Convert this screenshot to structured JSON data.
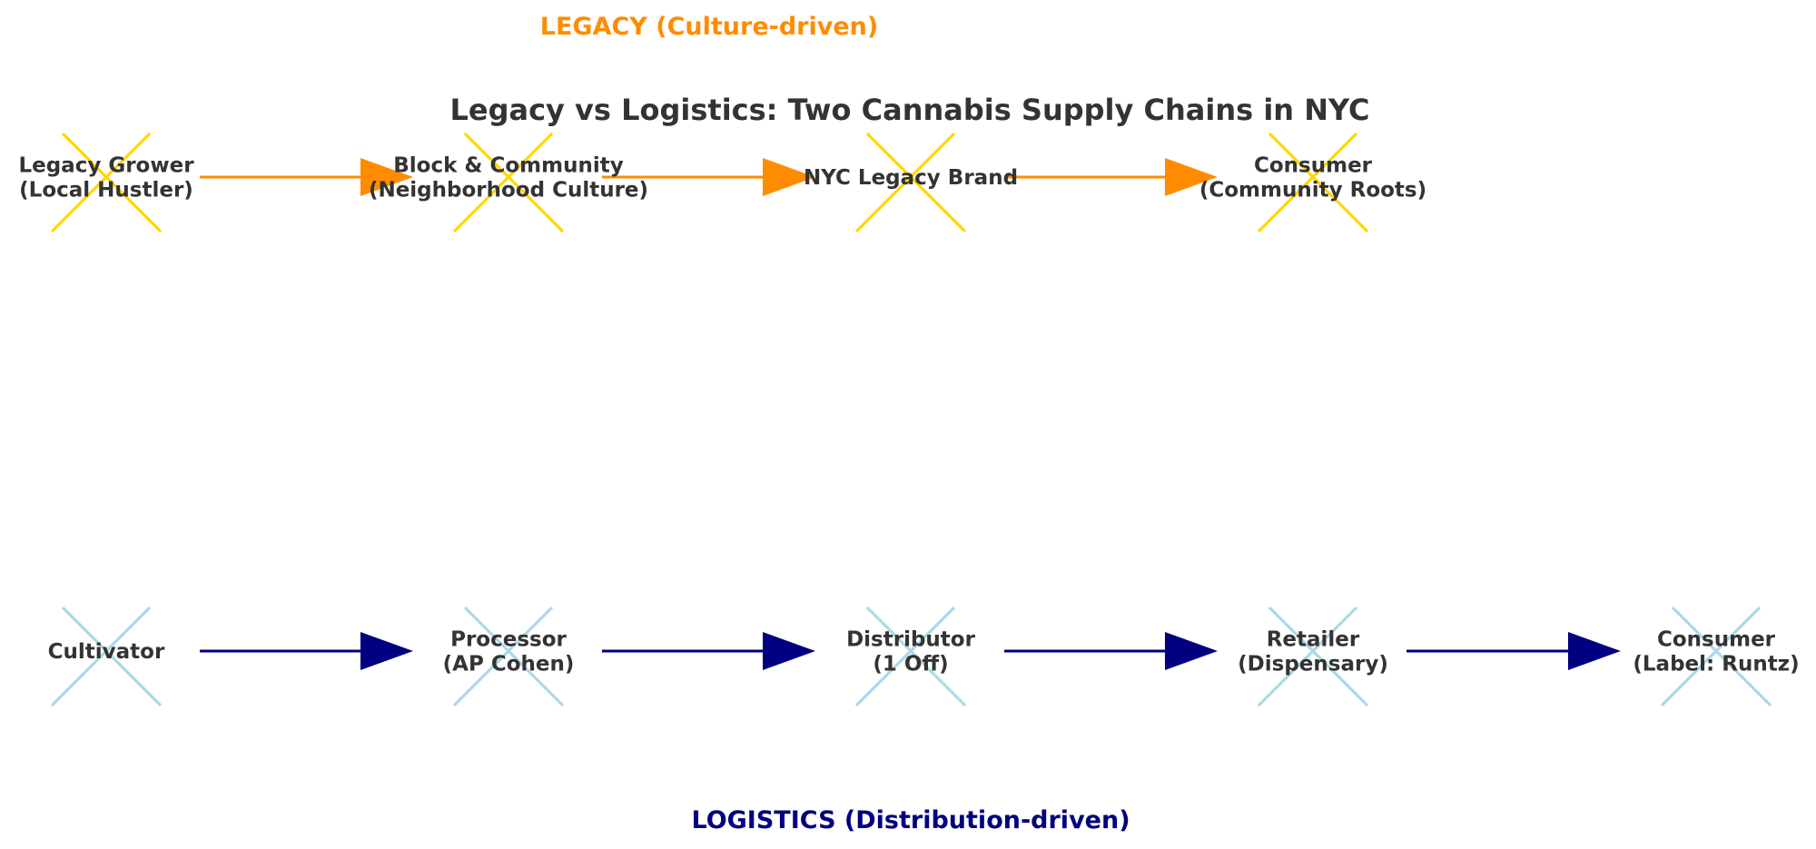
{
  "title": "Legacy vs Logistics: Two Cannabis Supply Chains in NYC",
  "colors": {
    "title": "#333333",
    "node_text": "#333333",
    "legacy_accent": "#ff8c00",
    "legacy_marker": "#ffd700",
    "logistics_accent": "#000080",
    "logistics_marker": "#add8e6"
  },
  "chains": [
    {
      "id": "legacy",
      "label": "LEGACY (Culture-driven)",
      "label_position": "top",
      "nodes": [
        {
          "lines": [
            "Legacy Grower",
            "(Local Hustler)"
          ]
        },
        {
          "lines": [
            "Block & Community",
            "(Neighborhood Culture)"
          ]
        },
        {
          "lines": [
            "NYC Legacy Brand"
          ]
        },
        {
          "lines": [
            "Consumer",
            "(Community Roots)"
          ]
        }
      ],
      "edges": [
        [
          0,
          1
        ],
        [
          1,
          2
        ],
        [
          2,
          3
        ]
      ]
    },
    {
      "id": "logistics",
      "label": "LOGISTICS (Distribution-driven)",
      "label_position": "bottom",
      "nodes": [
        {
          "lines": [
            "Cultivator"
          ]
        },
        {
          "lines": [
            "Processor",
            "(AP Cohen)"
          ]
        },
        {
          "lines": [
            "Distributor",
            "(1 Off)"
          ]
        },
        {
          "lines": [
            "Retailer",
            "(Dispensary)"
          ]
        },
        {
          "lines": [
            "Consumer",
            "(Label: Runtz)"
          ]
        }
      ],
      "edges": [
        [
          0,
          1
        ],
        [
          1,
          2
        ],
        [
          2,
          3
        ],
        [
          3,
          4
        ]
      ]
    }
  ]
}
